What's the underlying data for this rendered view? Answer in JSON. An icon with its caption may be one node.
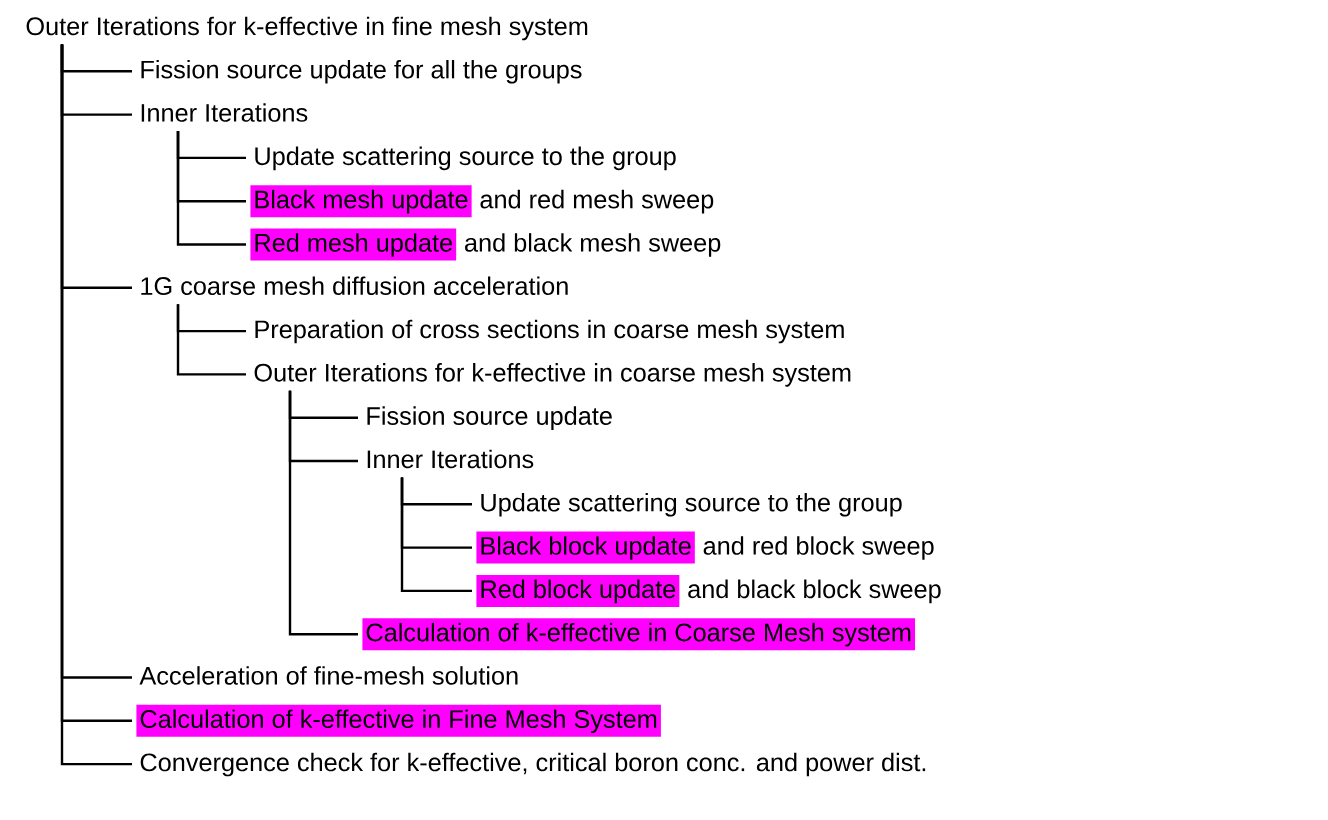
{
  "diagram": {
    "nodes": [
      {
        "text": [
          "Outer Iterations for k-effective in fine mesh system"
        ]
      },
      {
        "text": [
          "Fission source update for all the groups"
        ]
      },
      {
        "text": [
          "Inner Iterations"
        ]
      },
      {
        "text": [
          "Update scattering source to the group"
        ]
      },
      {
        "text": [
          "Black mesh update"
        ],
        "beside": [
          "and red mesh sweep"
        ]
      },
      {
        "text": [
          "Red mesh update"
        ],
        "beside": [
          "and black mesh sweep"
        ]
      },
      {
        "text": [
          "1G coarse mesh diffusion acceleration"
        ]
      },
      {
        "text": [
          "Preparation of cross sections in coarse mesh system"
        ]
      },
      {
        "text": [
          "Outer Iterations for k-effective in coarse mesh system"
        ]
      },
      {
        "text": [
          "Fission source update"
        ]
      },
      {
        "text": [
          "Inner Iterations"
        ]
      },
      {
        "text": [
          "Update scattering source to the group"
        ]
      },
      {
        "text": [
          "Black block update"
        ],
        "beside": [
          "and red block sweep"
        ]
      },
      {
        "text": [
          "Red block update"
        ],
        "beside": [
          "and black block sweep"
        ]
      },
      {
        "text": [
          "Calculation of k-effective in Coarse Mesh system"
        ]
      },
      {
        "text": [
          "Acceleration of fine-mesh solution"
        ]
      },
      {
        "text": [
          "Calculation of k-effective in Fine Mesh System"
        ]
      },
      {
        "text": [
          "Convergence check for k-effective, critical boron conc. and power dist."
        ]
      }
    ],
    "edges": [
      {
        "from": 0,
        "to": 1,
        "arrow": "none"
      },
      {
        "from": 0,
        "to": 2,
        "arrow": "none"
      },
      {
        "from": 2,
        "to": 3,
        "arrow": "none"
      },
      {
        "from": 2,
        "to": 4,
        "arrow": "none"
      },
      {
        "from": 2,
        "to": 5,
        "arrow": "none"
      },
      {
        "from": 0,
        "to": 6,
        "arrow": "none"
      },
      {
        "from": 6,
        "to": 7,
        "arrow": "none"
      },
      {
        "from": 6,
        "to": 8,
        "arrow": "none"
      },
      {
        "from": 8,
        "to": 9,
        "arrow": "none"
      },
      {
        "from": 8,
        "to": 10,
        "arrow": "none"
      },
      {
        "from": 10,
        "to": 11,
        "arrow": "none"
      },
      {
        "from": 10,
        "to": 12,
        "arrow": "none"
      },
      {
        "from": 10,
        "to": 13,
        "arrow": "none"
      },
      {
        "from": 8,
        "to": 14,
        "arrow": "none"
      },
      {
        "from": 0,
        "to": 15,
        "arrow": "none"
      },
      {
        "from": 0,
        "to": 16,
        "arrow": "none"
      },
      {
        "from": 0,
        "to": 17,
        "arrow": "none"
      }
    ]
  }
}
